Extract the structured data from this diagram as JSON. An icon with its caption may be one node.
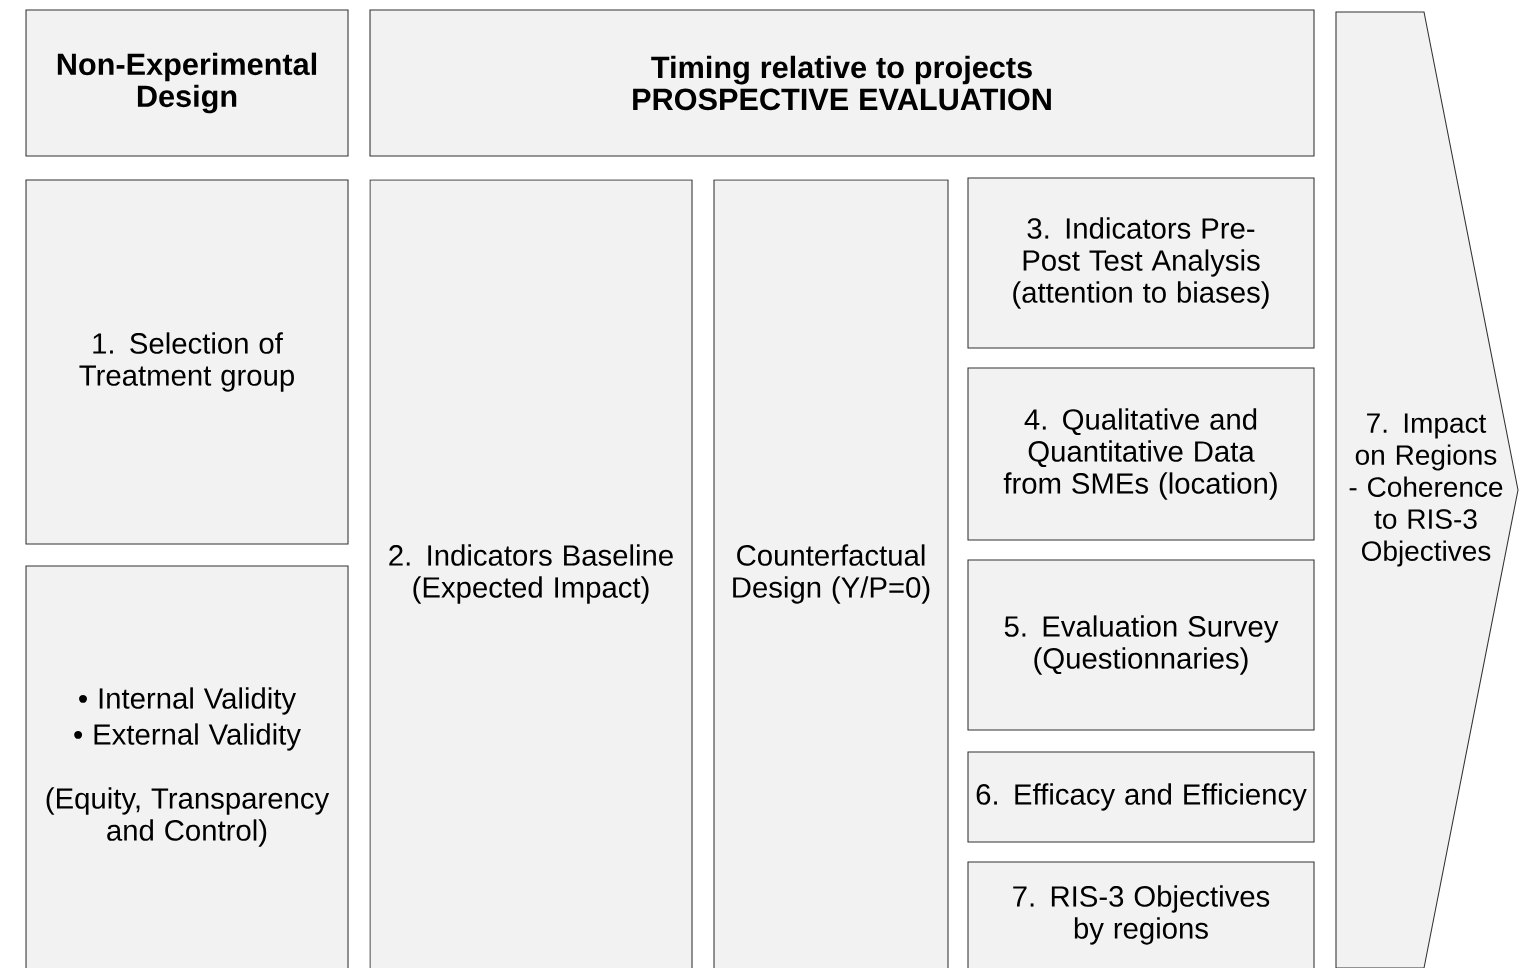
{
  "diagram": {
    "nodes": [
      {
        "text": [
          "Non-Experimental Design"
        ]
      },
      {
        "text": [
          "Timing relative to projects",
          "PROSPECTIVE EVALUATION"
        ]
      },
      {
        "text": [
          "1. Selection of Treatment group"
        ]
      },
      {
        "text": [
          "• Internal Validity",
          "• External Validity",
          "(Equity, Transparency and Control)"
        ]
      },
      {
        "text": [
          "2. Indicators Baseline (Expected Impact)"
        ]
      },
      {
        "text": [
          "Counterfactual Design (Y/P=0)"
        ]
      },
      {
        "text": [
          "3. Indicators Pre-Post Test Analysis (attention to biases)"
        ]
      },
      {
        "text": [
          "4. Qualitative and Quantitative Data from SMEs (location)"
        ]
      },
      {
        "text": [
          "5. Evaluation Survey (Questionnaries)"
        ]
      },
      {
        "text": [
          "6. Efficacy and Efficiency"
        ]
      },
      {
        "text": [
          "7. RIS-3 Objectives by regions"
        ]
      },
      {
        "text": [
          "7. Impact on Regions - Coherence to RIS-3 Objectives"
        ]
      }
    ]
  }
}
